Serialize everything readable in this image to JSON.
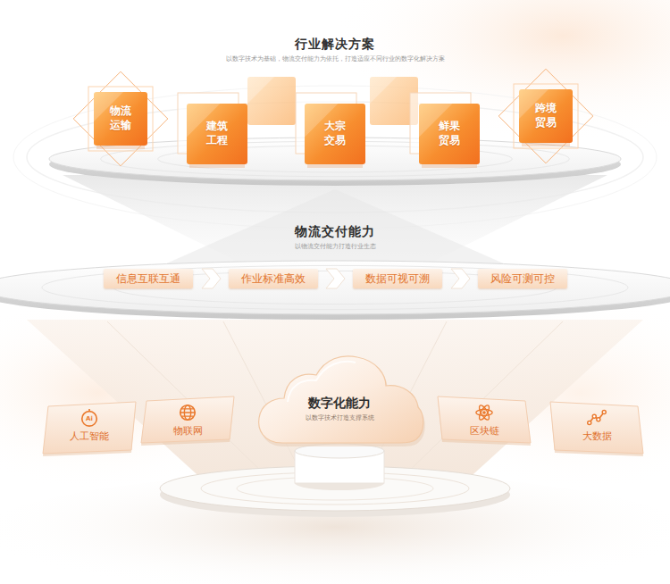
{
  "diagram": {
    "nodes": [
      {
        "text": [
          "行业解决方案",
          "以数字技术为基础，物流交付能力为依托，打造适应不同行业的数字化解决方案"
        ]
      },
      {
        "text": [
          "物流运输"
        ],
        "in": 0
      },
      {
        "text": [
          "建筑工程"
        ],
        "in": 0
      },
      {
        "text": [
          "大宗交易"
        ],
        "in": 0
      },
      {
        "text": [
          "鲜果贸易"
        ],
        "in": 0
      },
      {
        "text": [
          "跨境贸易"
        ],
        "in": 0
      },
      {
        "text": [
          "物流交付能力",
          "以物流交付能力打造行业生态"
        ]
      },
      {
        "text": [
          "信息互联互通"
        ],
        "in": 6
      },
      {
        "text": [
          "作业标准高效"
        ],
        "in": 6
      },
      {
        "text": [
          "数据可视可溯"
        ],
        "in": 6
      },
      {
        "text": [
          "风险可测可控"
        ],
        "in": 6
      },
      {
        "text": [
          "数字化能力",
          "以数字技术打造支撑系统"
        ]
      },
      {
        "text": [
          "人工智能"
        ]
      },
      {
        "text": [
          "物联网"
        ]
      },
      {
        "text": [
          "区块链"
        ]
      },
      {
        "text": [
          "大数据"
        ]
      }
    ],
    "labels": [
      "Ai"
    ]
  }
}
